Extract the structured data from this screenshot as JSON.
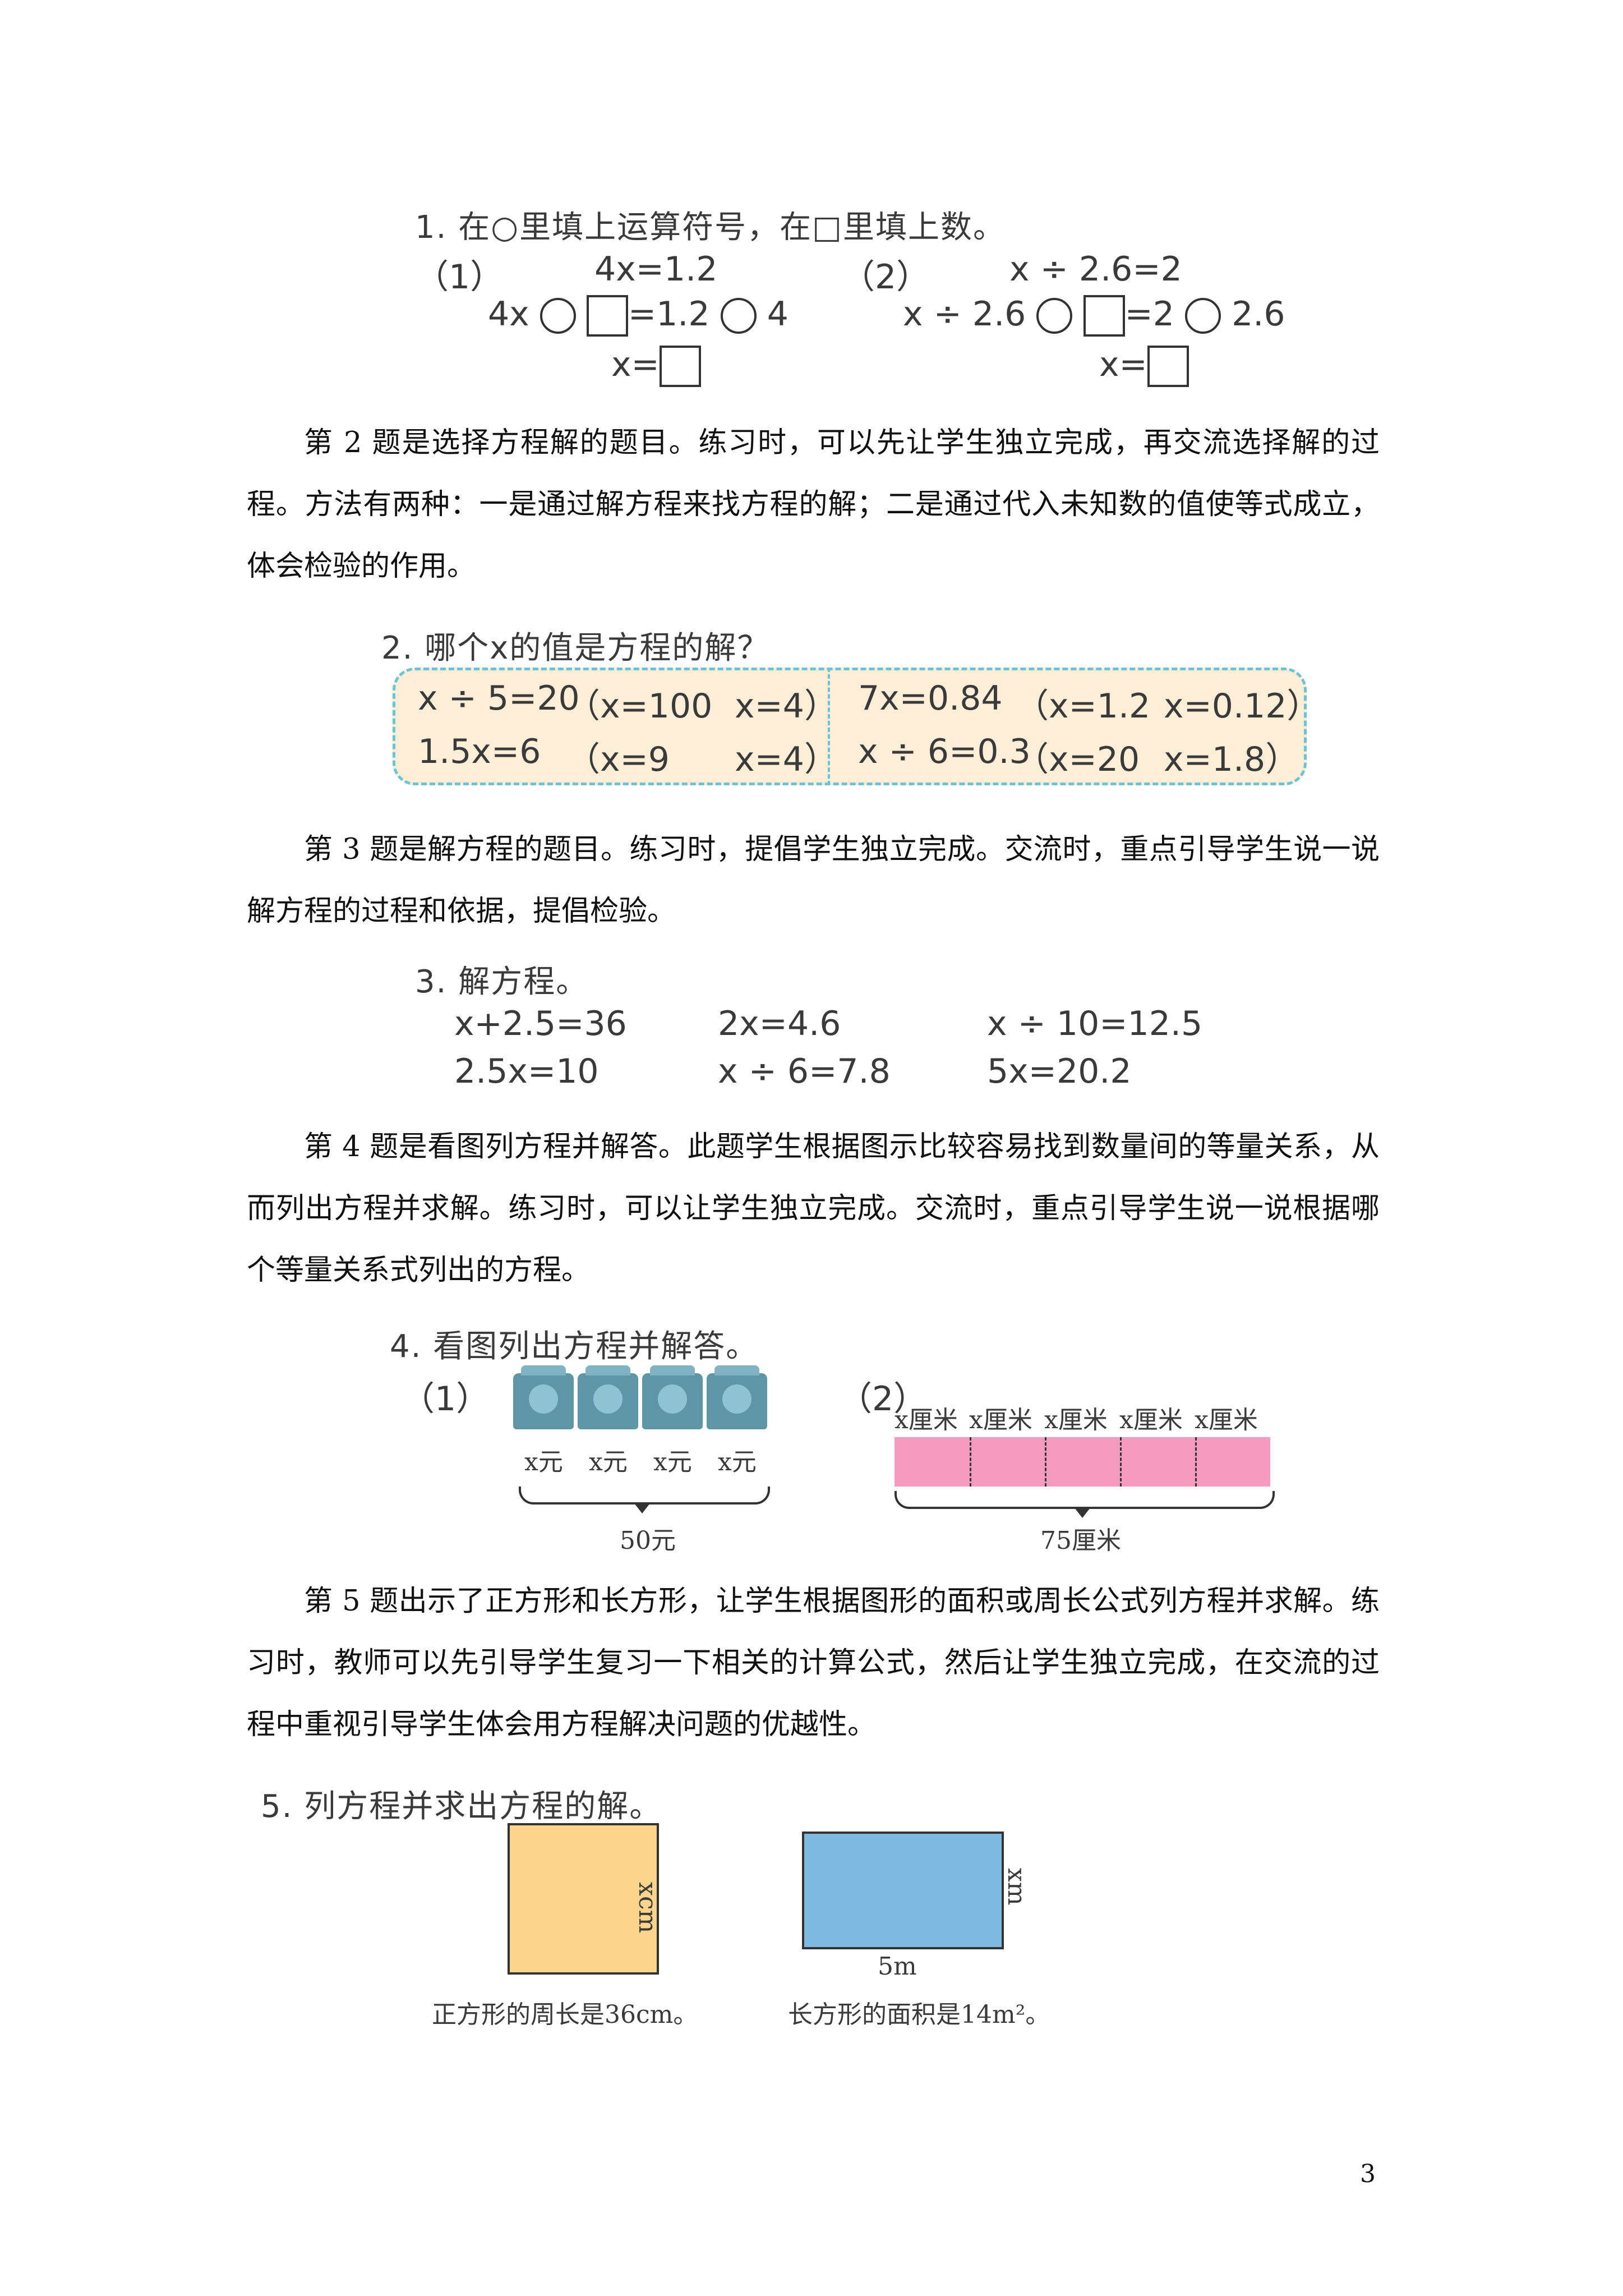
{
  "ex1": {
    "title": "1. 在○里填上运算符号，在□里填上数。",
    "p1_label": "（1）",
    "p1_eq": "4x=1.2",
    "p1_step_a": "4x",
    "p1_step_b": "=1.2",
    "p1_step_c": "4",
    "p1_x": "x=",
    "p2_label": "（2）",
    "p2_eq": "x ÷ 2.6=2",
    "p2_step_a": "x ÷ 2.6",
    "p2_step_b": "=2",
    "p2_step_c": "2.6",
    "p2_x": "x="
  },
  "para2": "第 2 题是选择方程解的题目。练习时，可以先让学生独立完成，再交流选择解的过程。方法有两种：一是通过解方程来找方程的解；二是通过代入未知数的值使等式成立，体会检验的作用。",
  "ex2": {
    "title": "2. 哪个x的值是方程的解？",
    "rows": [
      {
        "eq_l": "x ÷ 5=20",
        "a_l": "（x=100",
        "b_l": "x=4）",
        "eq_r": "7x=0.84",
        "a_r": "（x=1.2",
        "b_r": "x=0.12）"
      },
      {
        "eq_l": "1.5x=6",
        "a_l": "（x=9",
        "b_l": "x=4）",
        "eq_r": "x ÷ 6=0.3",
        "a_r": "（x=20",
        "b_r": "x=1.8）"
      }
    ],
    "box_color": "#fdeed8",
    "border_color": "#6cc3d6"
  },
  "para3": "第 3 题是解方程的题目。练习时，提倡学生独立完成。交流时，重点引导学生说一说解方程的过程和依据，提倡检验。",
  "ex3": {
    "title": "3. 解方程。",
    "row1": [
      "x+2.5=36",
      "2x=4.6",
      "x ÷ 10=12.5"
    ],
    "row2": [
      "2.5x=10",
      "x ÷ 6=7.8",
      "5x=20.2"
    ]
  },
  "para4": "第 4 题是看图列方程并解答。此题学生根据图示比较容易找到数量间的等量关系，从而列出方程并求解。练习时，可以让学生独立完成。交流时，重点引导学生说一说根据哪个等量关系式列出的方程。",
  "ex4": {
    "title": "4. 看图列出方程并解答。",
    "p1_label": "（1）",
    "bag_labels": [
      "x元",
      "x元",
      "x元",
      "x元"
    ],
    "p1_total": "50元",
    "p2_label": "（2）",
    "seg_labels": [
      "x厘米",
      "x厘米",
      "x厘米",
      "x厘米",
      "x厘米"
    ],
    "p2_total": "75厘米",
    "bag_color": "#5e95a7",
    "strip_color": "#f49bbf"
  },
  "para5": "第 5 题出示了正方形和长方形，让学生根据图形的面积或周长公式列方程并求解。练习时，教师可以先引导学生复习一下相关的计算公式，然后让学生独立完成，在交流的过程中重视引导学生体会用方程解决问题的优越性。",
  "ex5": {
    "title": "5. 列方程并求出方程的解。",
    "square_side": "xcm",
    "square_caption": "正方形的周长是36cm。",
    "rect_side": "xm",
    "rect_bottom": "5m",
    "rect_caption": "长方形的面积是14m²。",
    "square_color": "#fdd48c",
    "rect_color": "#7db9e0"
  },
  "page_number": "3"
}
